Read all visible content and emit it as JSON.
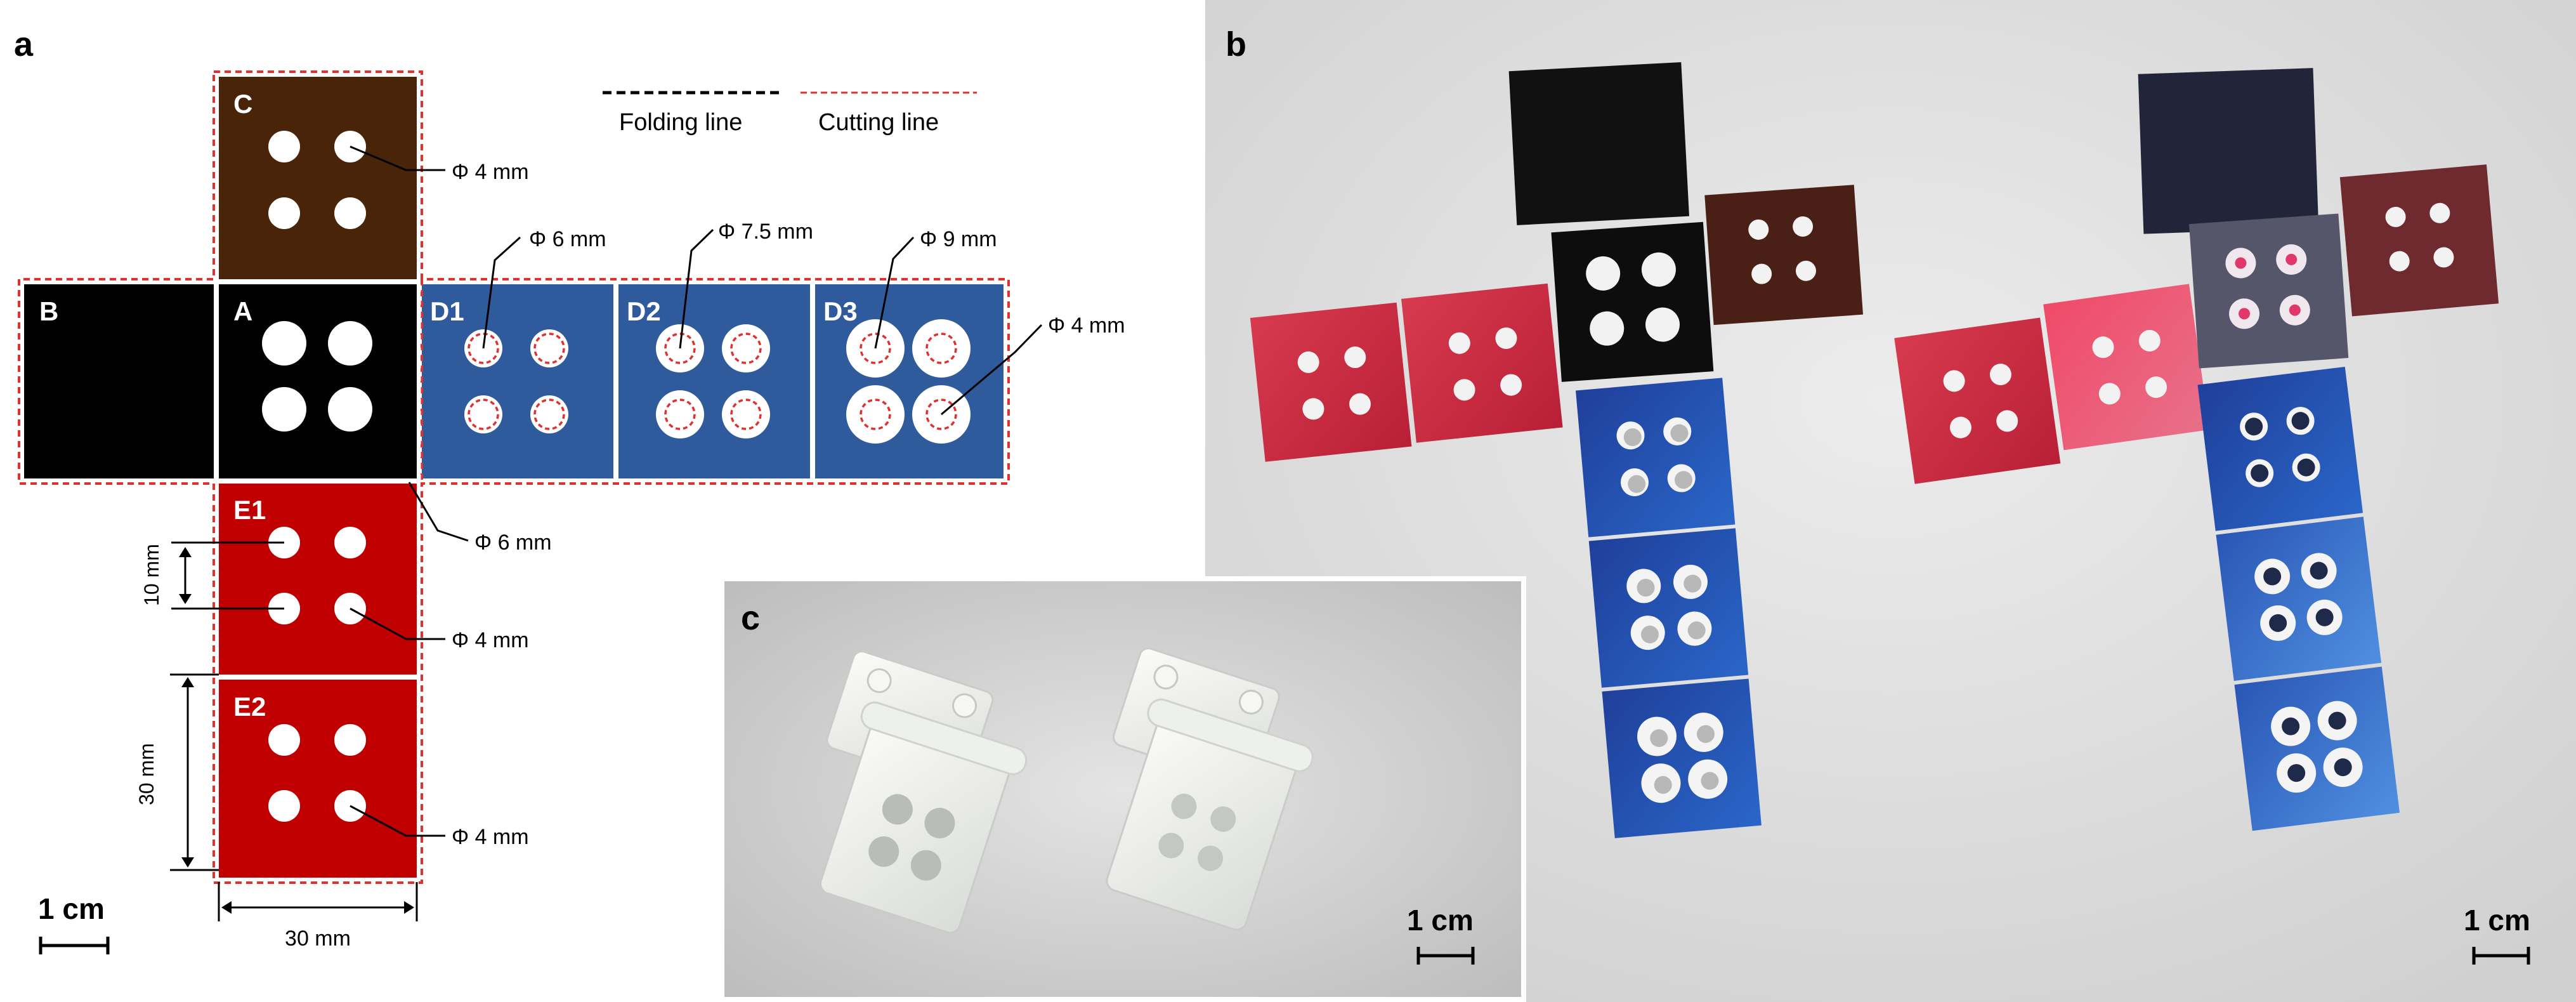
{
  "panels": {
    "a": {
      "letter": "a"
    },
    "b": {
      "letter": "b"
    },
    "c": {
      "letter": "c"
    }
  },
  "legend": {
    "folding_line": "Folding line",
    "cutting_line": "Cutting line"
  },
  "faces": {
    "C": "C",
    "B": "B",
    "A": "A",
    "D1": "D1",
    "D2": "D2",
    "D3": "D3",
    "E1": "E1",
    "E2": "E2"
  },
  "annotations": {
    "c_hole": "Φ 4 mm",
    "d1_hole": "Φ 6 mm",
    "d2_hole": "Φ 7.5 mm",
    "d3_hole": "Φ 9 mm",
    "d3_inner": "Φ 4 mm",
    "a_hole": "Φ 6 mm",
    "e1_hole": "Φ 4 mm",
    "e2_hole": "Φ 4 mm",
    "spacing": "10 mm",
    "height": "30 mm",
    "width": "30 mm"
  },
  "scale_bars": {
    "a": "1 cm",
    "b": "1 cm",
    "c": "1 cm"
  },
  "colors": {
    "brown": "#4a2408",
    "black": "#000000",
    "blue": "#2f5a9c",
    "red": "#c00000",
    "cut": "#e03030"
  }
}
